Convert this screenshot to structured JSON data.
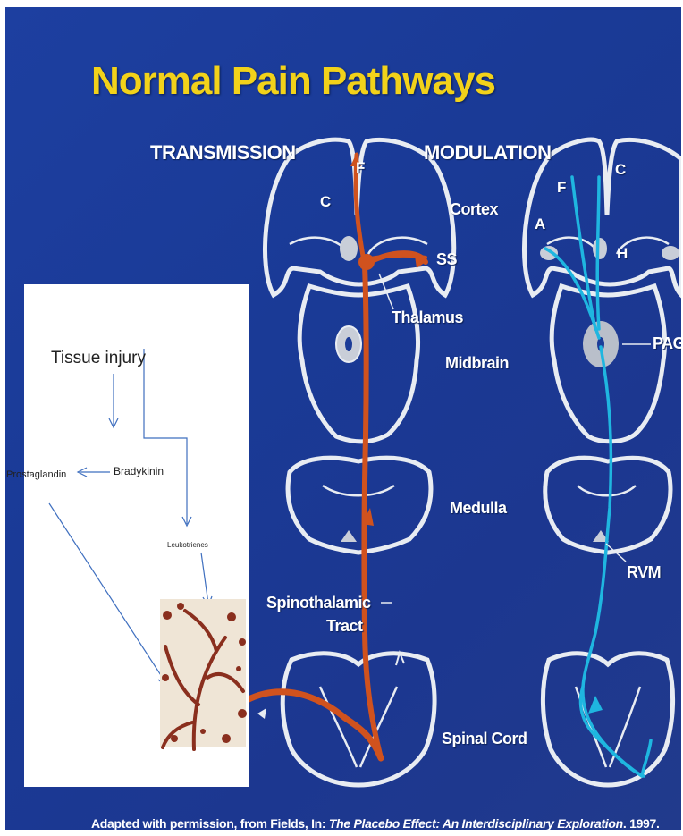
{
  "title": "Normal Pain Pathways",
  "headings": {
    "transmission": "TRANSMISSION",
    "modulation": "MODULATION"
  },
  "left_labels": {
    "c": "C",
    "f": "F",
    "cortex": "Cortex",
    "ss": "SS",
    "thalamus": "Thalamus",
    "midbrain": "Midbrain",
    "medulla": "Medulla",
    "spinothalamic": "Spinothalamic",
    "tract": "Tract",
    "spinal_cord": "Spinal Cord"
  },
  "right_labels": {
    "f": "F",
    "c": "C",
    "a": "A",
    "h": "H",
    "pag": "PAG",
    "rvm": "RVM"
  },
  "inset": {
    "tissue_injury": "Tissue injury",
    "bradykinin": "Bradykinin",
    "prostaglandin": "Prostaglandin",
    "leukotrienes": "Leukotrienes"
  },
  "footer": {
    "prefix": "Adapted with permission, from Fields, In: ",
    "book": "The Placebo Effect: An Interdisciplinary Exploration",
    "suffix": ". 1997."
  },
  "colors": {
    "background": "#1c3c98",
    "title": "#f2d21a",
    "transmission_path": "#d0521e",
    "modulation_path": "#1fb6e0",
    "outline": "#e8ecf2"
  }
}
